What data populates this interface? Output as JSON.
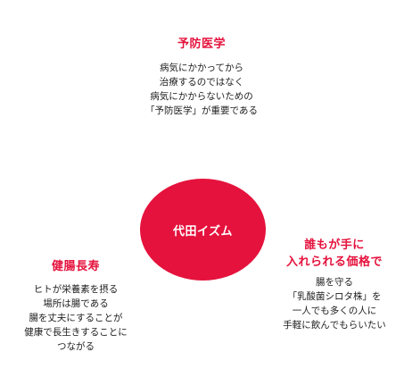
{
  "colors": {
    "accent": "#e5123d"
  },
  "center": {
    "label": "代田イズム"
  },
  "top": {
    "heading": "予防医学",
    "lines": [
      "病気にかかってから",
      "治療するのではなく",
      "病気にかからないための",
      "「予防医学」が重要である"
    ]
  },
  "left": {
    "heading": "健腸長寿",
    "lines": [
      "ヒトが栄養素を摂る",
      "場所は腸である",
      "腸を丈夫にすることが",
      "健康で長生きすることに",
      "つながる"
    ]
  },
  "right": {
    "heading_lines": [
      "誰もが手に",
      "入れられる価格で"
    ],
    "lines": [
      "腸を守る",
      "「乳酸菌シロタ株」を",
      "一人でも多くの人に",
      "手軽に飲んでもらいたい"
    ]
  }
}
